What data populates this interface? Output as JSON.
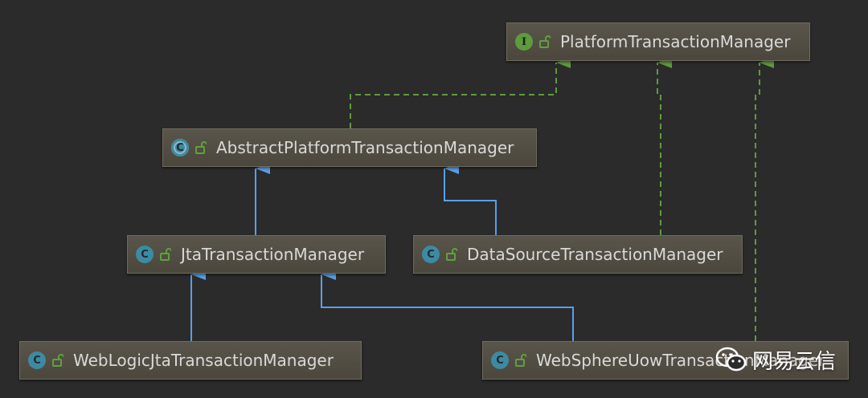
{
  "diagram": {
    "nodes": [
      {
        "id": "platform",
        "kind": "interface",
        "kind_letter": "I",
        "label": "PlatformTransactionManager"
      },
      {
        "id": "abstract",
        "kind": "abstract",
        "kind_letter": "C",
        "label": "AbstractPlatformTransactionManager"
      },
      {
        "id": "jta",
        "kind": "class",
        "kind_letter": "C",
        "label": "JtaTransactionManager"
      },
      {
        "id": "datasource",
        "kind": "class",
        "kind_letter": "C",
        "label": "DataSourceTransactionManager"
      },
      {
        "id": "weblogic",
        "kind": "class",
        "kind_letter": "C",
        "label": "WebLogicJtaTransactionManager"
      },
      {
        "id": "websphere",
        "kind": "class",
        "kind_letter": "C",
        "label": "WebSphereUowTransactionManager"
      }
    ],
    "edges": [
      {
        "from": "abstract",
        "to": "platform",
        "type": "implements"
      },
      {
        "from": "datasource",
        "to": "platform",
        "type": "implements"
      },
      {
        "from": "websphere",
        "to": "platform",
        "type": "implements"
      },
      {
        "from": "jta",
        "to": "abstract",
        "type": "extends"
      },
      {
        "from": "datasource",
        "to": "abstract",
        "type": "extends"
      },
      {
        "from": "weblogic",
        "to": "jta",
        "type": "extends"
      },
      {
        "from": "websphere",
        "to": "jta",
        "type": "extends"
      }
    ],
    "colors": {
      "background": "#2b2b2b",
      "extends_line": "#5a9ee8",
      "implements_line": "#5f9a3f",
      "node_fill": "#514d43",
      "node_border": "#6f6a5c",
      "node_text": "#d9d9d9",
      "lock_icon": "#5fa03f"
    }
  },
  "watermark": {
    "text": "网易云信",
    "icon": "wechat-icon"
  }
}
